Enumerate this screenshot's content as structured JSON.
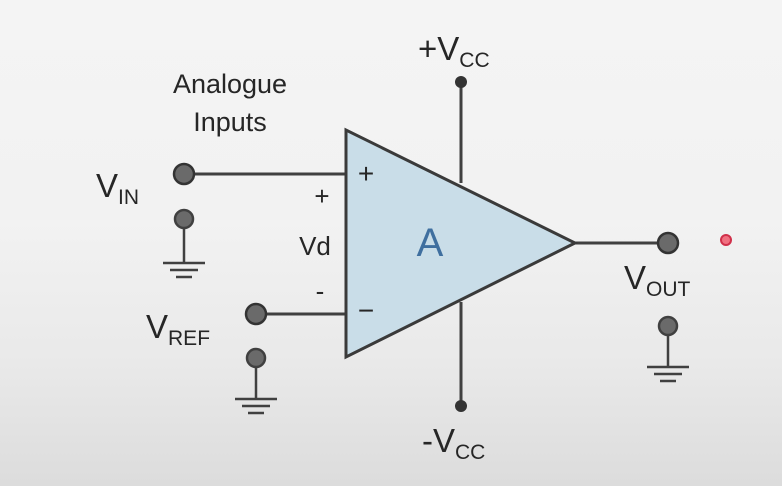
{
  "diagram": {
    "inputs_caption_line1": "Analogue",
    "inputs_caption_line2": "Inputs",
    "vin": {
      "main": "V",
      "sub": "IN"
    },
    "vref": {
      "main": "V",
      "sub": "REF"
    },
    "vout": {
      "main": "V",
      "sub": "OUT"
    },
    "vcc_pos": {
      "main": "+V",
      "sub": "CC"
    },
    "vcc_neg": {
      "main": "-V",
      "sub": "CC"
    },
    "noninv_sign": "+",
    "inv_sign": "−",
    "vd_plus": "+",
    "vd_label": "Vd",
    "vd_minus": "-",
    "amp_label": "A"
  },
  "colors": {
    "wire": "#404040",
    "terminal": "#6a6a6a",
    "amp_fill": "#c9dde8",
    "amp_stroke": "#3a3a3a",
    "amp_label": "#3f6f9f",
    "marker": "#e0445a"
  }
}
